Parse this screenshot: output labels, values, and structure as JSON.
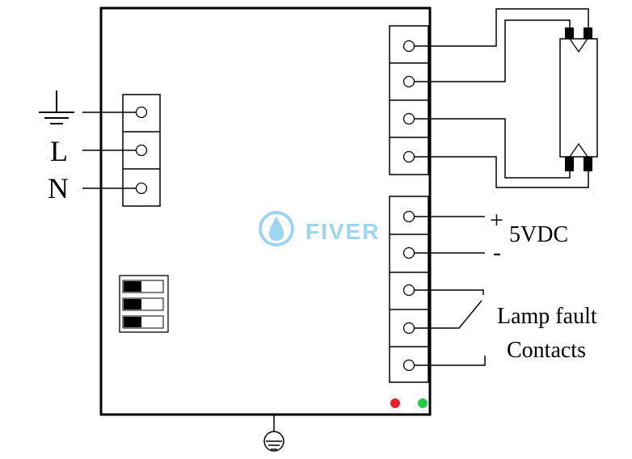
{
  "labels": {
    "line": "L",
    "neutral": "N",
    "plus": "+",
    "minus": "-",
    "vdc": "5VDC",
    "lamp_fault_line1": "Lamp fault",
    "lamp_fault_line2": "Contacts"
  },
  "watermark": {
    "text": "FIVER",
    "color": "#7cc7ec"
  },
  "indicators": [
    {
      "name": "red-led",
      "color": "#e8202a"
    },
    {
      "name": "green-led",
      "color": "#22cc44"
    }
  ],
  "colors": {
    "line": "#000000",
    "background": "#ffffff"
  }
}
